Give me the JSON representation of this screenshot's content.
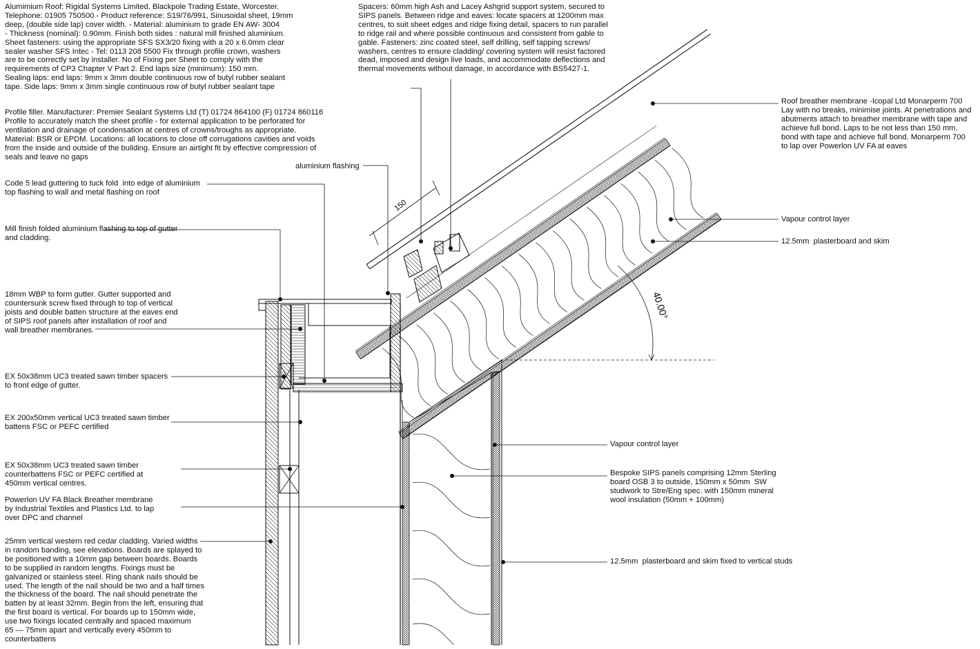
{
  "annotations": {
    "aluminium_roof": "Alumimium Roof: Rigidal Systems Limited, Blackpole Trading Estate, Worcester.\nTelephone: 01905 750500 - Product reference: S19/76/991, Sinusoidal sheet, 19mm\ndeep, (double side lap) cover width. - Material: aluminium to grade EN AW- 3004\n- Thickness (nominal): 0.90mm. Finish both sides : natural mill finished aluminium.\nSheet fasteners: using the appropriate SFS SX3/20 fixing with a 20 x 6.0mm clear\nsealer washer SFS Intec - Tel: 0113 208 5500 Fix through profile crown, washers\nare to be correctly set by installer. No of Fixing per Sheet to comply with the\nrequirements of CP3 Chapter V Part 2. End laps size (minimum): 150 mm.\nSealing laps: end laps: 9mm x 3mm double continuous row of butyl rubber sealant\ntape. Side laps: 9mm x 3mm single continuous row of butyl rubber sealant tape",
    "profile_filler": "Profile filler. Manufacturer: Premier Sealant Systems Ltd (T) 01724 864100 (F) 01724 860116\nProfile to accurately match the sheet profile - for external application to be perforated for\nventilation and drainage of condensation at centres of crowns/troughs as appropriate.\nMaterial: BSR or EPDM. Locations: all locations to close off corrugations cavities and voids\nfrom the inside and outside of the building. Ensure an airtight fit by effective compression of\nseals and leave no gaps",
    "aluminium_flashing": "aluminium flashing",
    "lead_guttering": "Code 5 lead guttering to tuck fold  into edge of aluminium\ntop flashing to wall and metal flashing on roof",
    "mill_finish_flashing": "Mill finish folded aluminium flashing to top of gutter\nand cladding.",
    "wbp_gutter": "18mm WBP to form gutter. Gutter supported and\ncountersunk screw fixed through to top of vertical\njoists and double batten structure at the eaves end\nof SIPS roof panels after installation of roof and\nwall breather membranes.",
    "timber_spacers": "EX 50x38mm UC3 treated sawn timber spacers\nto front edge of gutter.",
    "vertical_battens": "EX 200x50mm vertical UC3 treated sawn timber\nbattens FSC or PEFC certified",
    "counterbattens": "EX 50x38mm UC3 treated sawn timber\ncounterbattens FSC or PEFC certified at\n450mm vertical centres.",
    "powerlon_membrane": "Powerlon UV FA Black Breather membrane\nby Industrial Textiles and Plastics Ltd. to lap\nover DPC and channel",
    "cedar_cladding": "25mm vertical western red cedar cladding. Varied widths\nin random banding, see elevations. Boards are splayed to\nbe positioned with a 10mm gap between boards. Boards\nto be supplied in random lengths. Fixings must be\ngalvanized or stainless steel. Ring shank nails should be\nused. The length of the nail should be two and a half times\nthe thickness of the board. The nail should penetrate the\nbatten by at least 32mm. Begin from the left, ensuring that\nthe first board is vertical. For boards up to 150mm wide,\nuse two fixings located centrally and spaced maximum\n65 — 75mm apart and vertically every 450mm to\ncounterbattens",
    "spacers": "Spacers: 60mm high Ash and Lacey Ashgrid support system, secured to\nSIPS panels. Between ridge and eaves: locate spacers at 1200mm max\ncentres, to suit sheet edges and ridge fixing detail, spacers to run parallel\nto ridge rail and where possible continuous and consistent from gable to\ngable. Fasteners: zinc coated steel, self drilling, self tapping screws/\nwashers, centres to ensure cladding/ covering system will resist factored\ndead, imposed and design live loads, and accommodate deflections and\nthermal movements without damage, in accordance with BS5427-1.",
    "roof_breather_membrane": "Roof breather membrane -Icopal Ltd Monarperm 700\nLay with no breaks, minimise joints. At penetrations and\nabutments attach to breather membrane with tape and\nachieve full bond. Laps to be not less than 150 mm,\nbond with tape and achieve full bond. Monarperm 700\nto lap over Powerlon UV FA at eaves",
    "roof_vapour_control": "Vapour control layer",
    "roof_plasterboard": "12.5mm  plasterboard and skim",
    "wall_vapour_control": "Vapour control layer",
    "sips_panels": "Bespoke SIPS panels comprising 12mm Sterling\nboard OSB 3 to outside, 150mm x 50mm  SW\nstudwork to Stre/Eng spec. with 150mm mineral\nwool insulation (50mm + 100mm)",
    "wall_plasterboard": "12.5mm  plasterboard and skim fixed to vertical studs"
  },
  "dimensions": {
    "end_lap": "150",
    "roof_pitch": "40.00°"
  },
  "colors": {
    "ink": "#111111",
    "background": "#ffffff"
  }
}
